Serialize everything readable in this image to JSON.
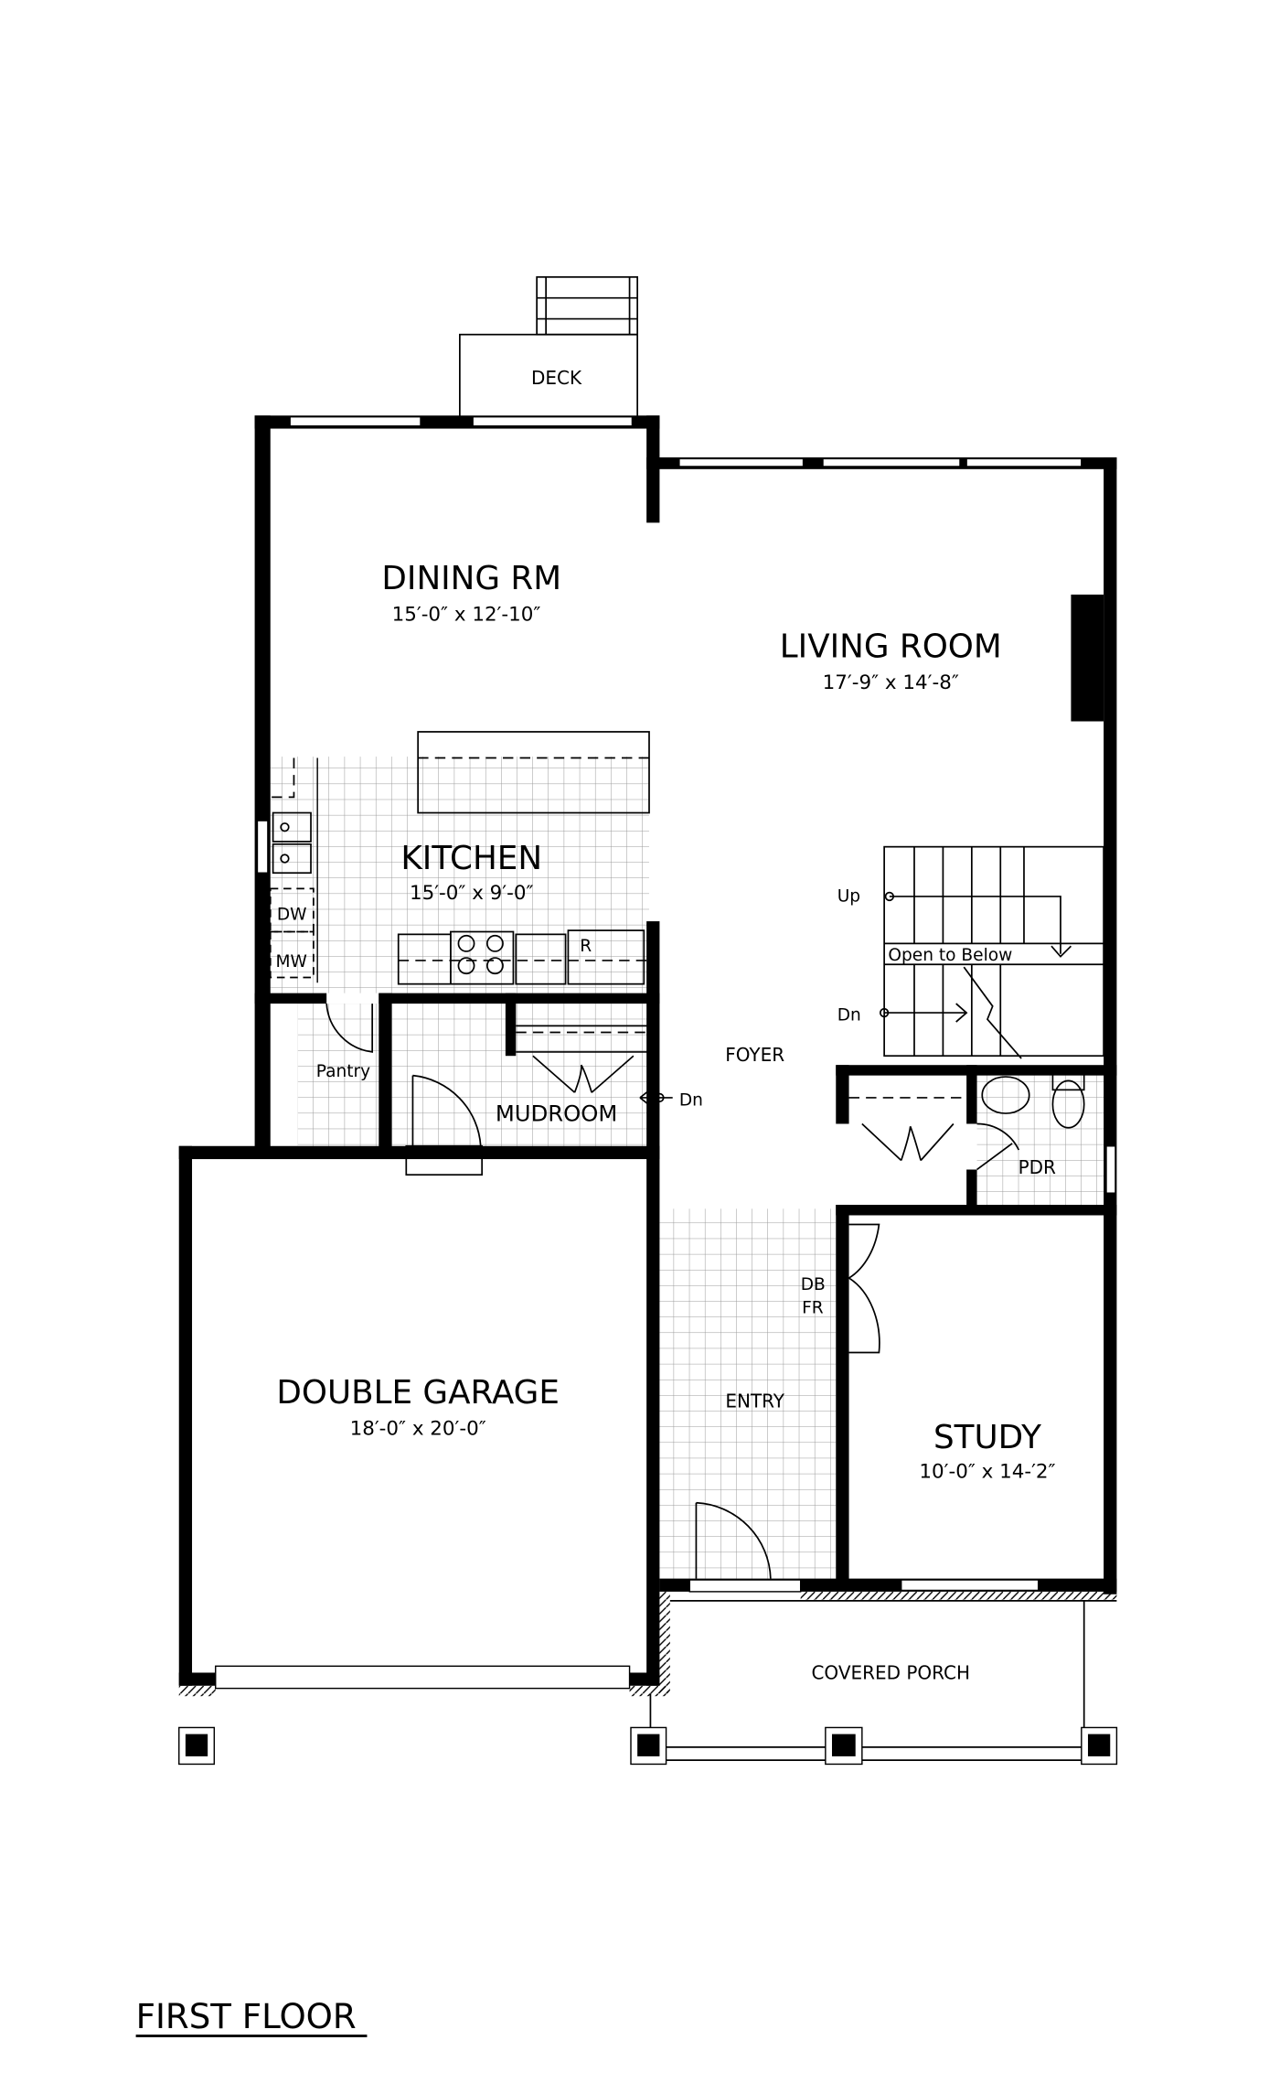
{
  "plan": {
    "title": "FIRST FLOOR",
    "rooms": {
      "deck": {
        "name": "DECK"
      },
      "dining": {
        "name": "DINING RM",
        "size": "15′-0″ x 12′-10″"
      },
      "living": {
        "name": "LIVING ROOM",
        "size": "17′-9″ x 14′-8″"
      },
      "kitchen": {
        "name": "KITCHEN",
        "size": "15′-0″ x 9′-0″"
      },
      "pantry": {
        "name": "Pantry"
      },
      "mudroom": {
        "name": "MUDROOM"
      },
      "foyer": {
        "name": "FOYER"
      },
      "pdr": {
        "name": "PDR"
      },
      "garage": {
        "name": "DOUBLE GARAGE",
        "size": "18′-0″ x 20′-0″"
      },
      "entry": {
        "name": "ENTRY"
      },
      "study": {
        "name": "STUDY",
        "size": "10′-0″ x 14-′2″"
      },
      "porch": {
        "name": "COVERED PORCH"
      }
    },
    "labels": {
      "dw": "DW",
      "mw": "MW",
      "fridge": "R",
      "stairs_up": "Up",
      "stairs_down": "Dn",
      "open_to_below": "Open to Below",
      "mudroom_down": "Dn",
      "db": "DB",
      "fr": "FR"
    }
  }
}
